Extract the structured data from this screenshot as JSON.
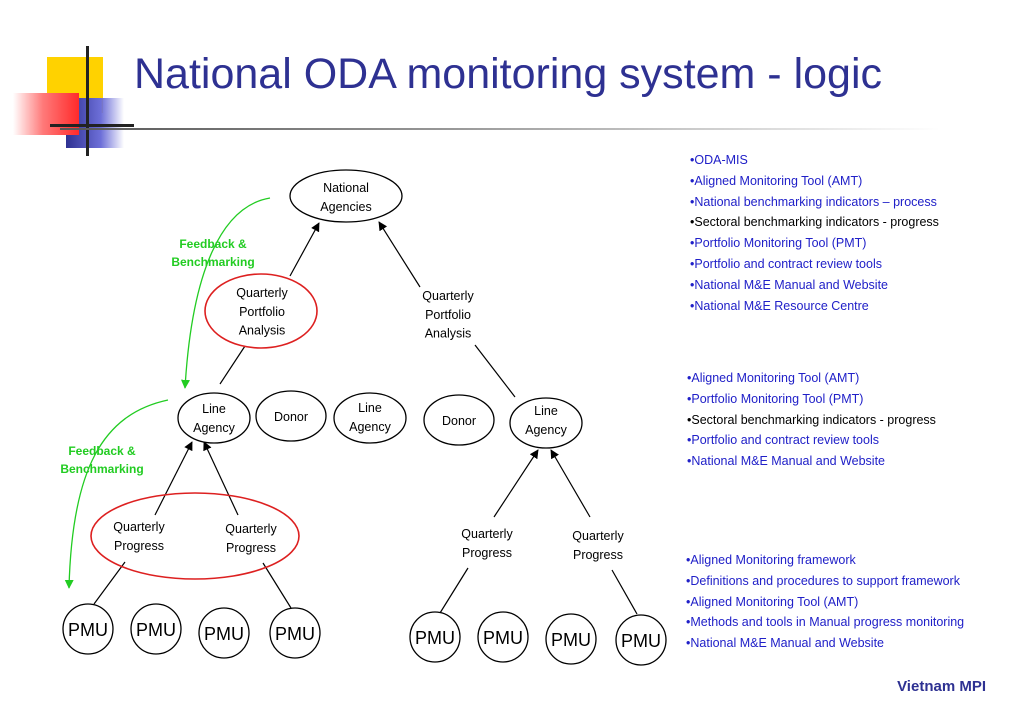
{
  "title": "National ODA monitoring system - logic",
  "footer": "Vietnam MPI",
  "colors": {
    "title": "#2e3192",
    "bullet_blue": "#2020c8",
    "bullet_black": "#000000",
    "feedback_green": "#22cc22",
    "highlight_red": "#dd2020"
  },
  "nodes": {
    "national_agencies": "National\nAgencies",
    "qpa_left": "Quarterly\nPortfolio\nAnalysis",
    "qpa_right": "Quarterly\nPortfolio\nAnalysis",
    "line_agency_1": "Line\nAgency",
    "donor_1": "Donor",
    "line_agency_2": "Line\nAgency",
    "donor_2": "Donor",
    "line_agency_3": "Line\nAgency",
    "qp_1": "Quarterly\nProgress",
    "qp_2": "Quarterly\nProgress",
    "qp_3": "Quarterly\nProgress",
    "qp_4": "Quarterly\nProgress",
    "pmu": [
      "PMU",
      "PMU",
      "PMU",
      "PMU",
      "PMU",
      "PMU",
      "PMU",
      "PMU"
    ]
  },
  "feedback_labels": [
    "Feedback &\nBenchmarking",
    "Feedback &\nBenchmarking"
  ],
  "bullet_groups": [
    [
      {
        "text": "•ODA-MIS",
        "color": "blue"
      },
      {
        "text": "•Aligned Monitoring Tool (AMT)",
        "color": "blue"
      },
      {
        "text": "•National benchmarking indicators – process",
        "color": "blue"
      },
      {
        "text": "•Sectoral benchmarking indicators - progress",
        "color": "black"
      },
      {
        "text": "•Portfolio Monitoring Tool (PMT)",
        "color": "blue"
      },
      {
        "text": "•Portfolio and contract review tools",
        "color": "blue"
      },
      {
        "text": "•National M&E Manual and Website",
        "color": "blue"
      },
      {
        "text": "•National M&E Resource Centre",
        "color": "blue"
      }
    ],
    [
      {
        "text": "•Aligned Monitoring Tool (AMT)",
        "color": "blue"
      },
      {
        "text": "•Portfolio Monitoring Tool (PMT)",
        "color": "blue"
      },
      {
        "text": "•Sectoral benchmarking indicators - progress",
        "color": "black"
      },
      {
        "text": "•Portfolio and contract review tools",
        "color": "blue"
      },
      {
        "text": "•National M&E Manual and Website",
        "color": "blue"
      }
    ],
    [
      {
        "text": "•Aligned Monitoring framework",
        "color": "blue"
      },
      {
        "text": "•Definitions and procedures to support framework",
        "color": "blue"
      },
      {
        "text": "•Aligned Monitoring Tool (AMT)",
        "color": "blue"
      },
      {
        "text": "•Methods and tools in Manual progress monitoring",
        "color": "blue"
      },
      {
        "text": "•National M&E Manual and Website",
        "color": "blue"
      }
    ]
  ]
}
